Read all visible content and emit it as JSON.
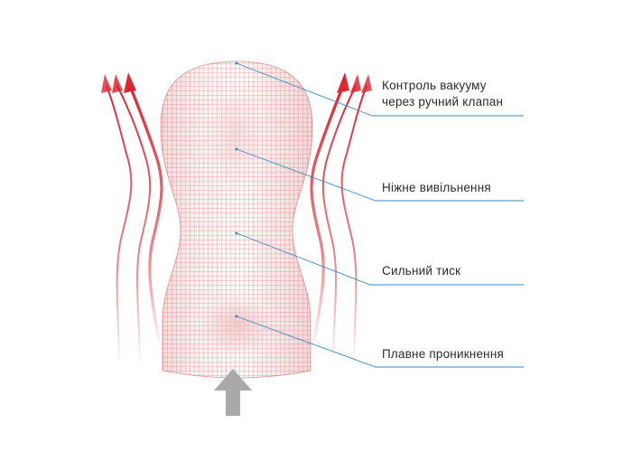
{
  "callouts": [
    {
      "id": "vacuum",
      "line1": "Контроль вакууму",
      "line2": "через ручний клапан"
    },
    {
      "id": "release",
      "line1": "Ніжне вивільнення"
    },
    {
      "id": "pressure",
      "line1": "Сильний тиск"
    },
    {
      "id": "penetration",
      "line1": "Плавне проникнення"
    }
  ],
  "colors": {
    "mesh": "#d94a4a",
    "arrow": "#e02431",
    "leader": "#3a8ac4",
    "push_arrow": "#a9a9a9",
    "text": "#2b2b2b"
  }
}
